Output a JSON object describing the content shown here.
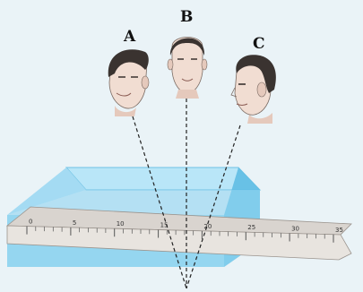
{
  "observers": [
    {
      "id": "A",
      "label": "A"
    },
    {
      "id": "B",
      "label": "B"
    },
    {
      "id": "C",
      "label": "C"
    }
  ],
  "scale": {
    "tick_labels": [
      "0",
      "5",
      "10",
      "15",
      "20",
      "25",
      "30",
      "35"
    ]
  },
  "colors": {
    "background": "#eaf3f7",
    "block_face": "#8fd3f0",
    "block_top": "#b9e6f8",
    "block_side": "#5fbde3",
    "ruler_face": "#e8e4df",
    "ruler_edge": "#9a938d",
    "sight_line": "#222222",
    "skin": "#f1ddd2",
    "hair": "#3a3330"
  }
}
